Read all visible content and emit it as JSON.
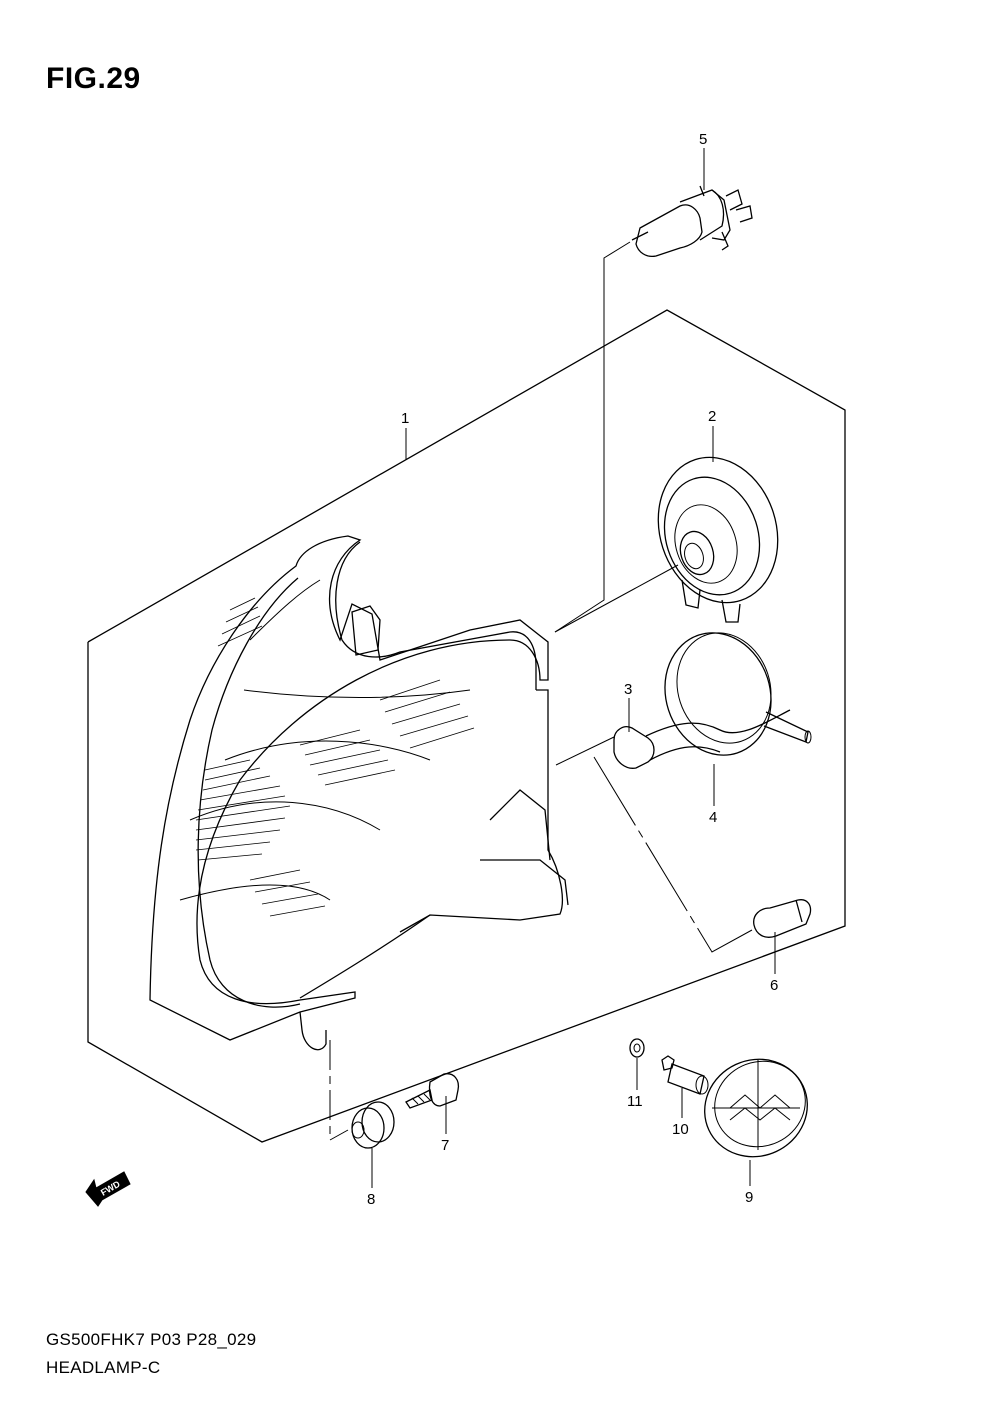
{
  "figure": {
    "title": "FIG.29",
    "model_code": "GS500FHK7 P03 P28_029",
    "section_name": "HEADLAMP-C"
  },
  "callouts": [
    "1",
    "2",
    "3",
    "4",
    "5",
    "6",
    "7",
    "8",
    "9",
    "10",
    "11"
  ],
  "direction_badge": "FWD"
}
